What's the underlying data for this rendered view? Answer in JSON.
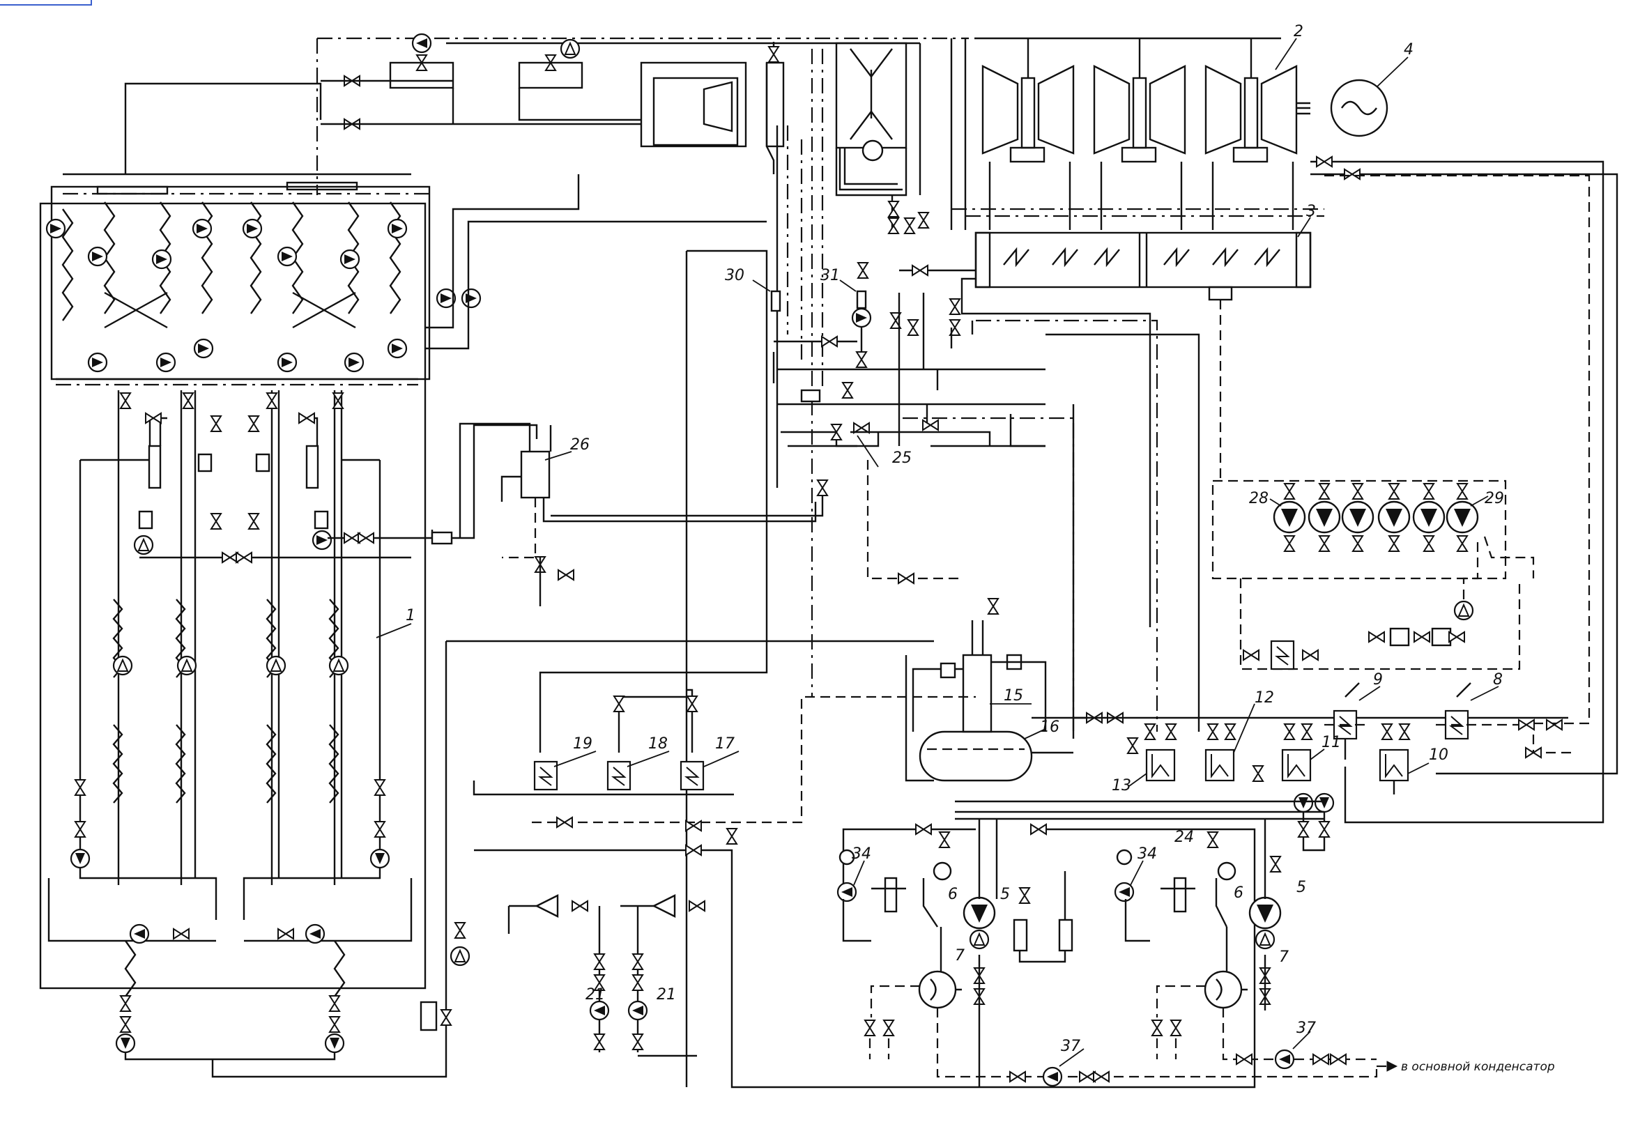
{
  "labels": {
    "n1": "1",
    "n2": "2",
    "n3": "3",
    "n4": "4",
    "n5a": "5",
    "n5b": "5",
    "n6a": "6",
    "n6b": "6",
    "n7a": "7",
    "n7b": "7",
    "n8": "8",
    "n9": "9",
    "n10": "10",
    "n11": "11",
    "n12": "12",
    "n13": "13",
    "n15": "15",
    "n16": "16",
    "n17": "17",
    "n18": "18",
    "n19": "19",
    "n21a": "21",
    "n21b": "21",
    "n24": "24",
    "n25": "25",
    "n26": "26",
    "n28": "28",
    "n29": "29",
    "n30": "30",
    "n31": "31",
    "n34a": "34",
    "n34b": "34",
    "n37a": "37",
    "n37b": "37"
  },
  "annotations": {
    "to_main_condenser": "в основной конденсатор"
  },
  "colors": {
    "line": "#111111",
    "background": "#ffffff",
    "corner_mark": "#3a5fcd"
  }
}
